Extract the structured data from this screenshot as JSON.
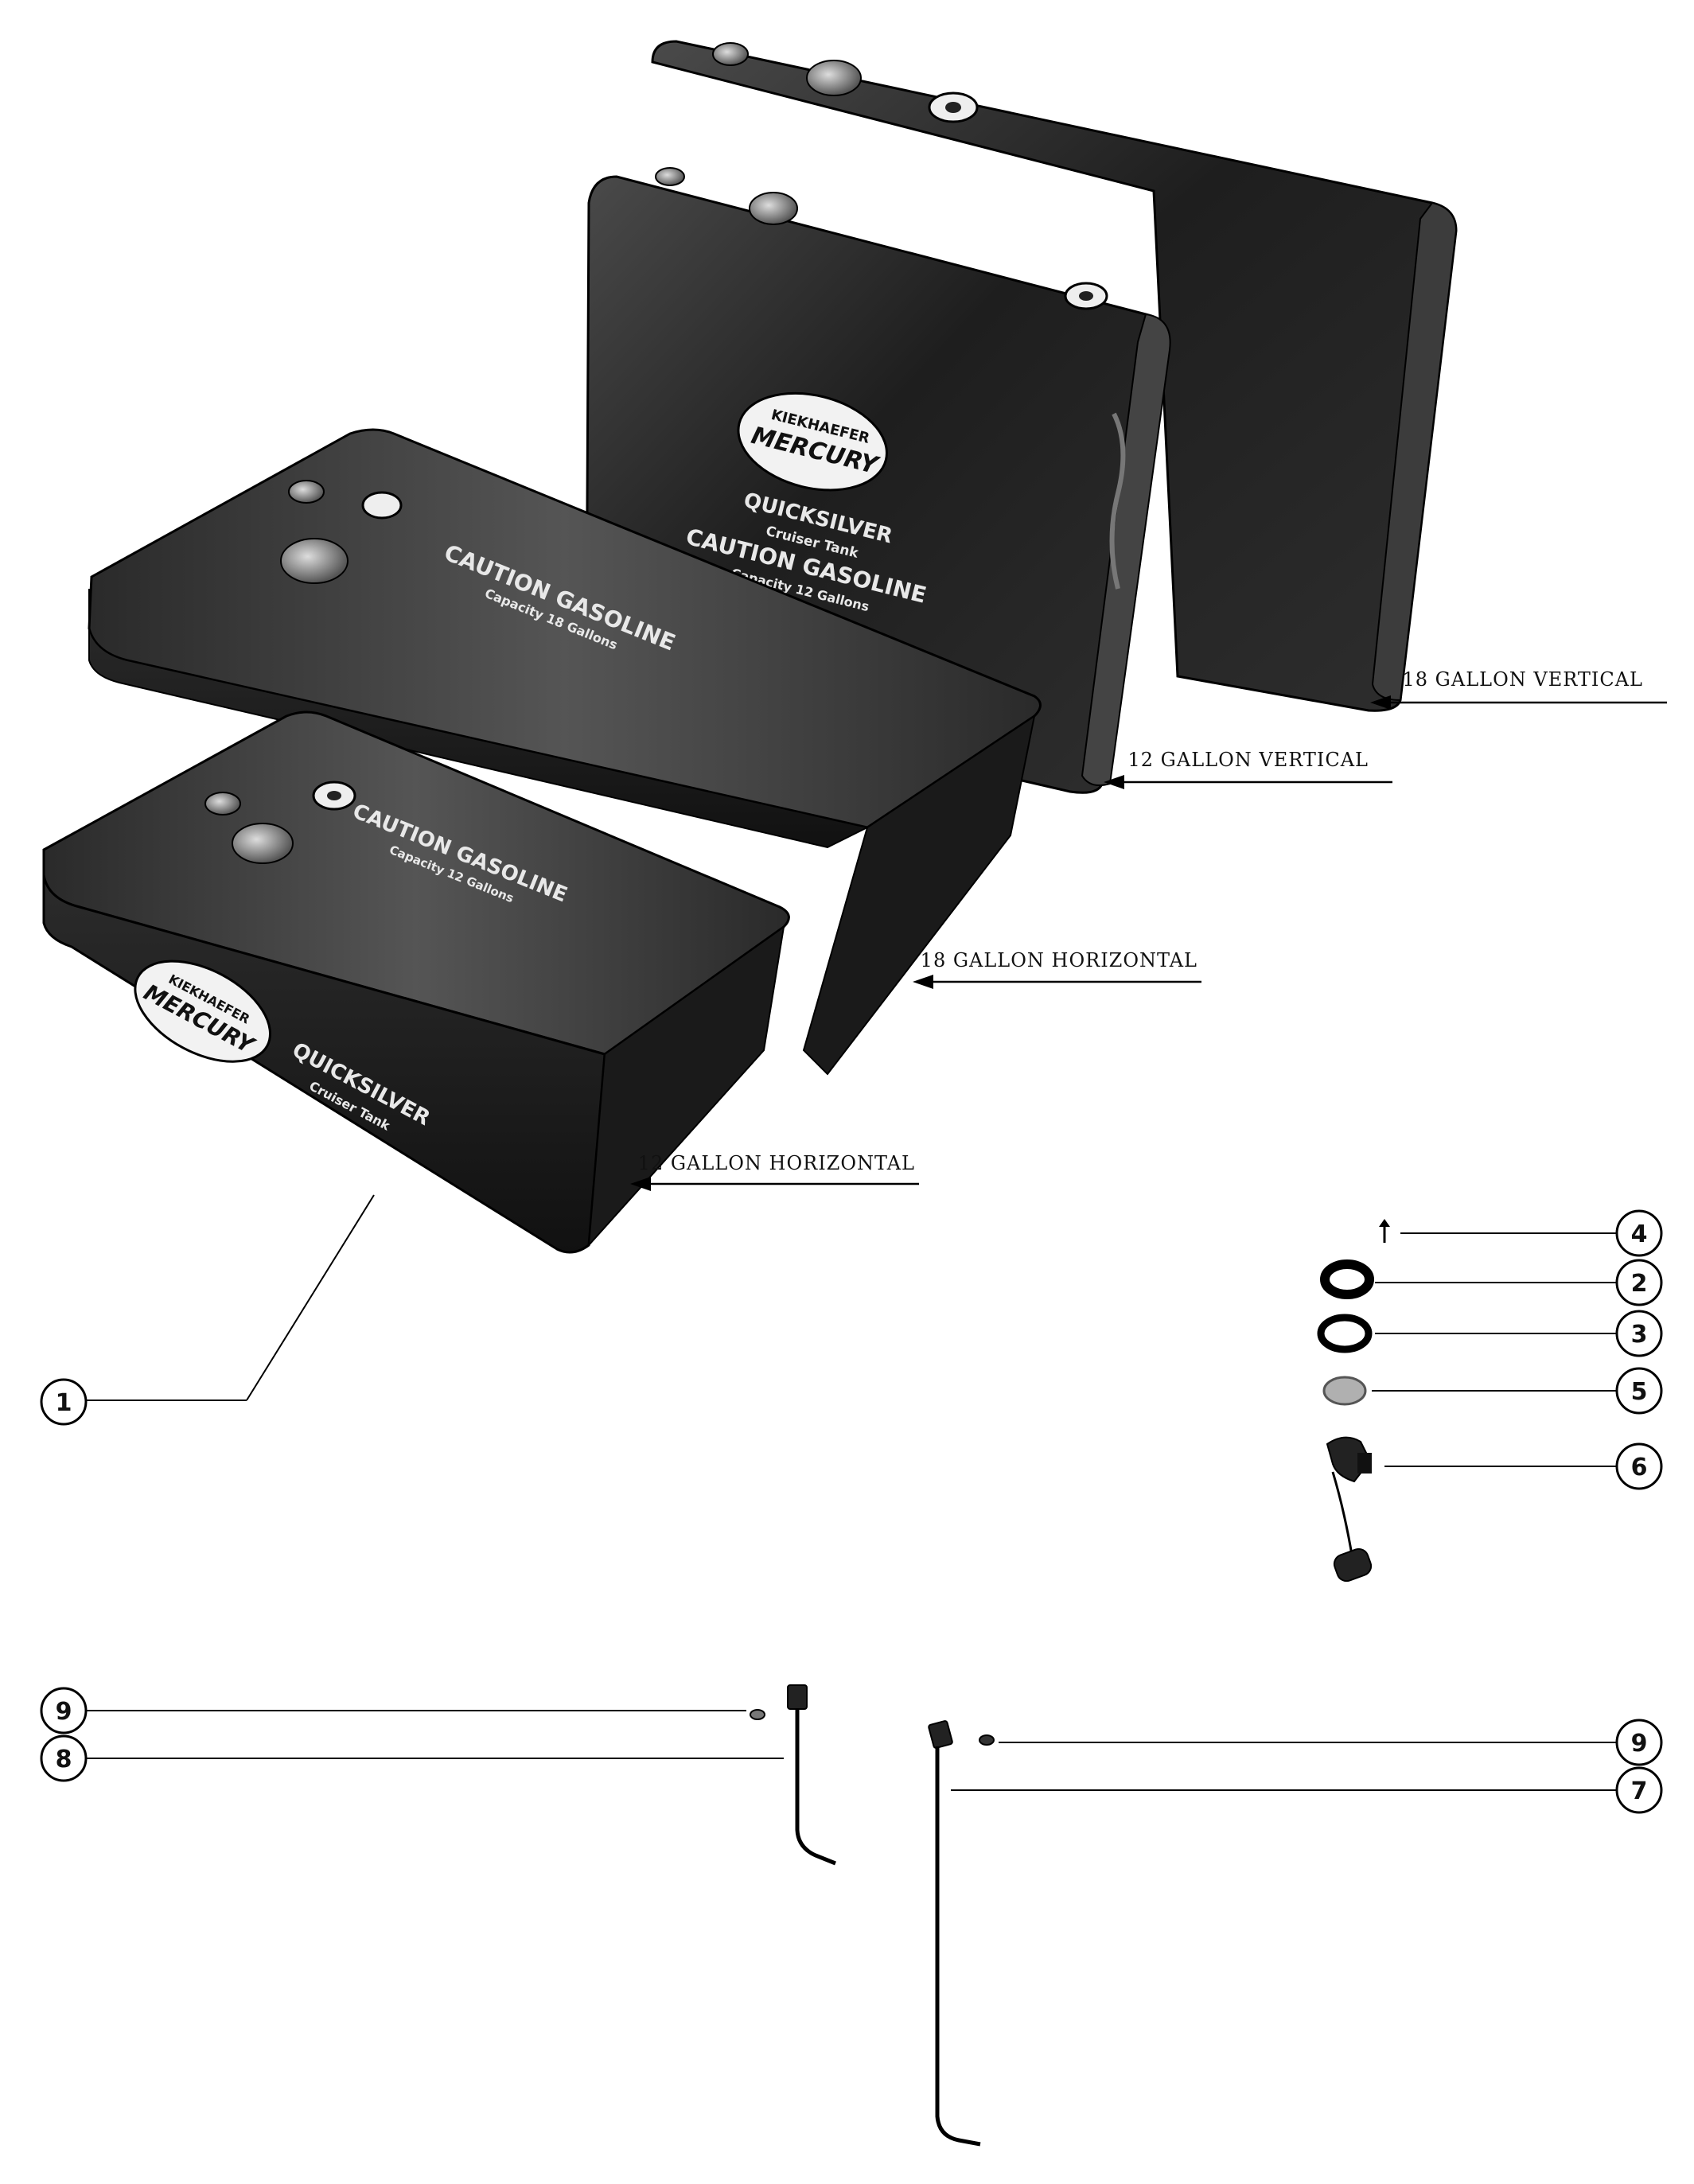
{
  "tank_labels": {
    "vertical_18": "18 GALLON VERTICAL",
    "vertical_12": "12 GALLON VERTICAL",
    "horizontal_18": "18 GALLON HORIZONTAL",
    "horizontal_12": "12 GALLON HORIZONTAL"
  },
  "decals": {
    "brand_line1": "KIEKHAEFER",
    "brand_line2": "MERCURY",
    "product": "QUICKSILVER",
    "subtitle": "Cruiser Tank",
    "caution": "CAUTION GASOLINE",
    "capacity_12": "Capacity 12 Gallons",
    "capacity_18": "Capacity 18 Gallons"
  },
  "callouts": {
    "c1": "1",
    "c2": "2",
    "c3": "3",
    "c4": "4",
    "c5": "5",
    "c6": "6",
    "c7": "7",
    "c8": "8",
    "c9a": "9",
    "c9b": "9"
  },
  "icons": [
    "fuel-tank-icon",
    "washer-icon",
    "gasket-icon",
    "screw-icon",
    "fuel-gauge-icon",
    "pickup-tube-icon"
  ],
  "colors": {
    "ink": "#111111",
    "tank_dark": "#1c1c1c",
    "tank_mid": "#3a3a3a",
    "paper": "#ffffff"
  }
}
